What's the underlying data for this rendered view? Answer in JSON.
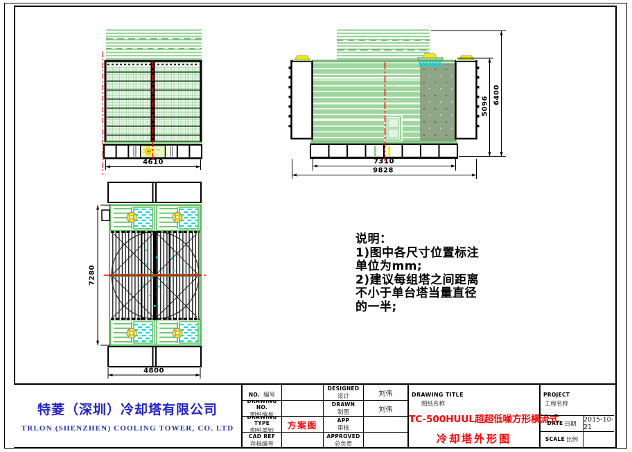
{
  "colors": {
    "louver_green": "#93d293",
    "siding_green": "#9fd69f",
    "olive_panel": "#90a586",
    "cyan": "#00dcdc",
    "yellow": "#ffe800",
    "centerline_red": "#ff0000",
    "company_blue": "#2222cc",
    "title_red": "#ff0000"
  },
  "views": {
    "front": {
      "dim_width": "4610"
    },
    "side": {
      "dim_width_inner": "7310",
      "dim_width_outer": "9828",
      "dim_height_inner": "5096",
      "dim_height_outer": "6400"
    },
    "plan": {
      "dim_height": "7280",
      "dim_width": "4800"
    }
  },
  "notes": {
    "title": "说明：",
    "lines": [
      "1)图中各尺寸位置标注",
      "单位为mm;",
      "2)建议每组塔之间距离",
      "不小于单台塔当量直径",
      "的一半;"
    ]
  },
  "title_block": {
    "company_cn": "特菱（深圳）冷却塔有限公司",
    "company_en": "TRLON (SHENZHEN) COOLING TOWER, CO. LTD",
    "rows": [
      {
        "l1_en": "NO.",
        "l1_cn": "编号",
        "v1": "",
        "l2_en": "DESIGNED",
        "l2_cn": "设计",
        "v2": "刘伟"
      },
      {
        "l1_en": "DRAWING NO.",
        "l1_cn": "图纸编号",
        "v1": "",
        "l2_en": "DRAWN",
        "l2_cn": "制图",
        "v2": "刘伟"
      },
      {
        "l1_en": "DRAWING TYPE",
        "l1_cn": "图纸类别",
        "v1": "方案图",
        "l2_en": "APP",
        "l2_cn": "审核",
        "v2": ""
      },
      {
        "l1_en": "CAD REF",
        "l1_cn": "存档编号",
        "v1": "",
        "l2_en": "APPROVED",
        "l2_cn": "总负责",
        "v2": ""
      }
    ],
    "drawing_title_en": "DRAWING TITLE",
    "drawing_title_cn": "图纸名称",
    "drawing_title_line1": "TC-500HUUL超超低噪方形横流式",
    "drawing_title_line2": "冷却塔外形图",
    "project_en": "PROJECT",
    "project_cn": "工程名称",
    "project_value": "",
    "date_en": "DATE",
    "date_cn": "日期",
    "date_value": "2015-10-21",
    "scale_en": "SCALE",
    "scale_cn": "比例",
    "scale_value": ""
  }
}
